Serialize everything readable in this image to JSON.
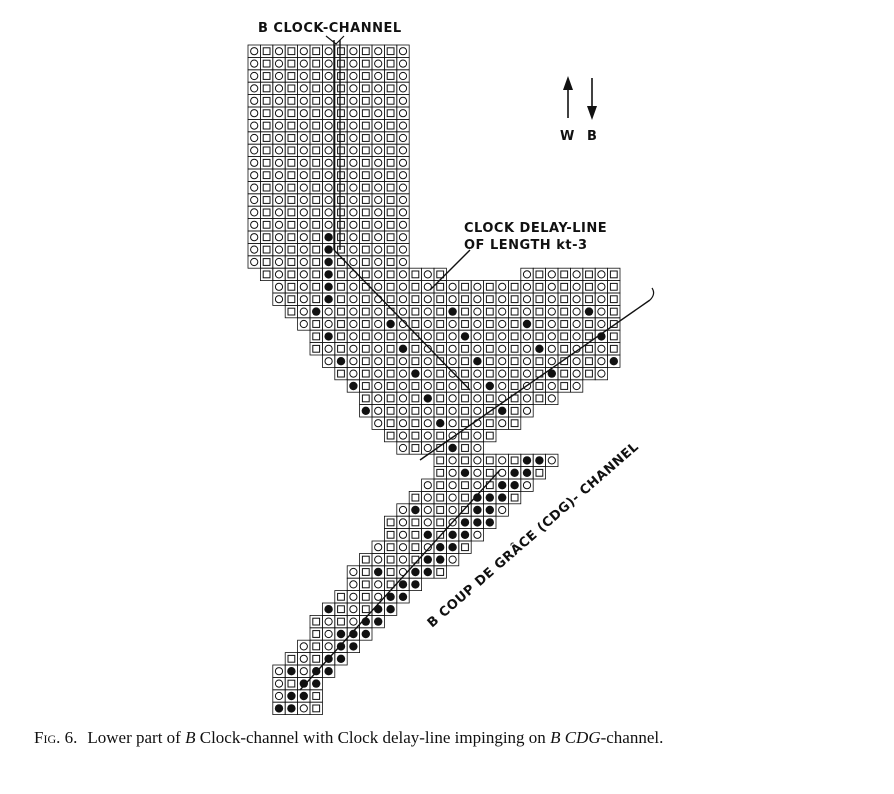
{
  "labels": {
    "clock_channel": "B CLOCK-CHANNEL",
    "delay_line_1": "CLOCK DELAY-LINE",
    "delay_line_2": "OF LENGTH kt-3",
    "cdg_channel": "B COUP DE GRÂCE (CDG)- CHANNEL",
    "arrow_up": "W",
    "arrow_down": "B"
  },
  "caption": {
    "lead": "Fig. 6.",
    "p1": "Lower part of ",
    "i1": "B",
    "p2": " Clock-channel with Clock delay-line impinging on ",
    "i2": "B CDG",
    "p3": "-channel."
  },
  "colors": {
    "ink": "#111111",
    "background": "#ffffff"
  }
}
